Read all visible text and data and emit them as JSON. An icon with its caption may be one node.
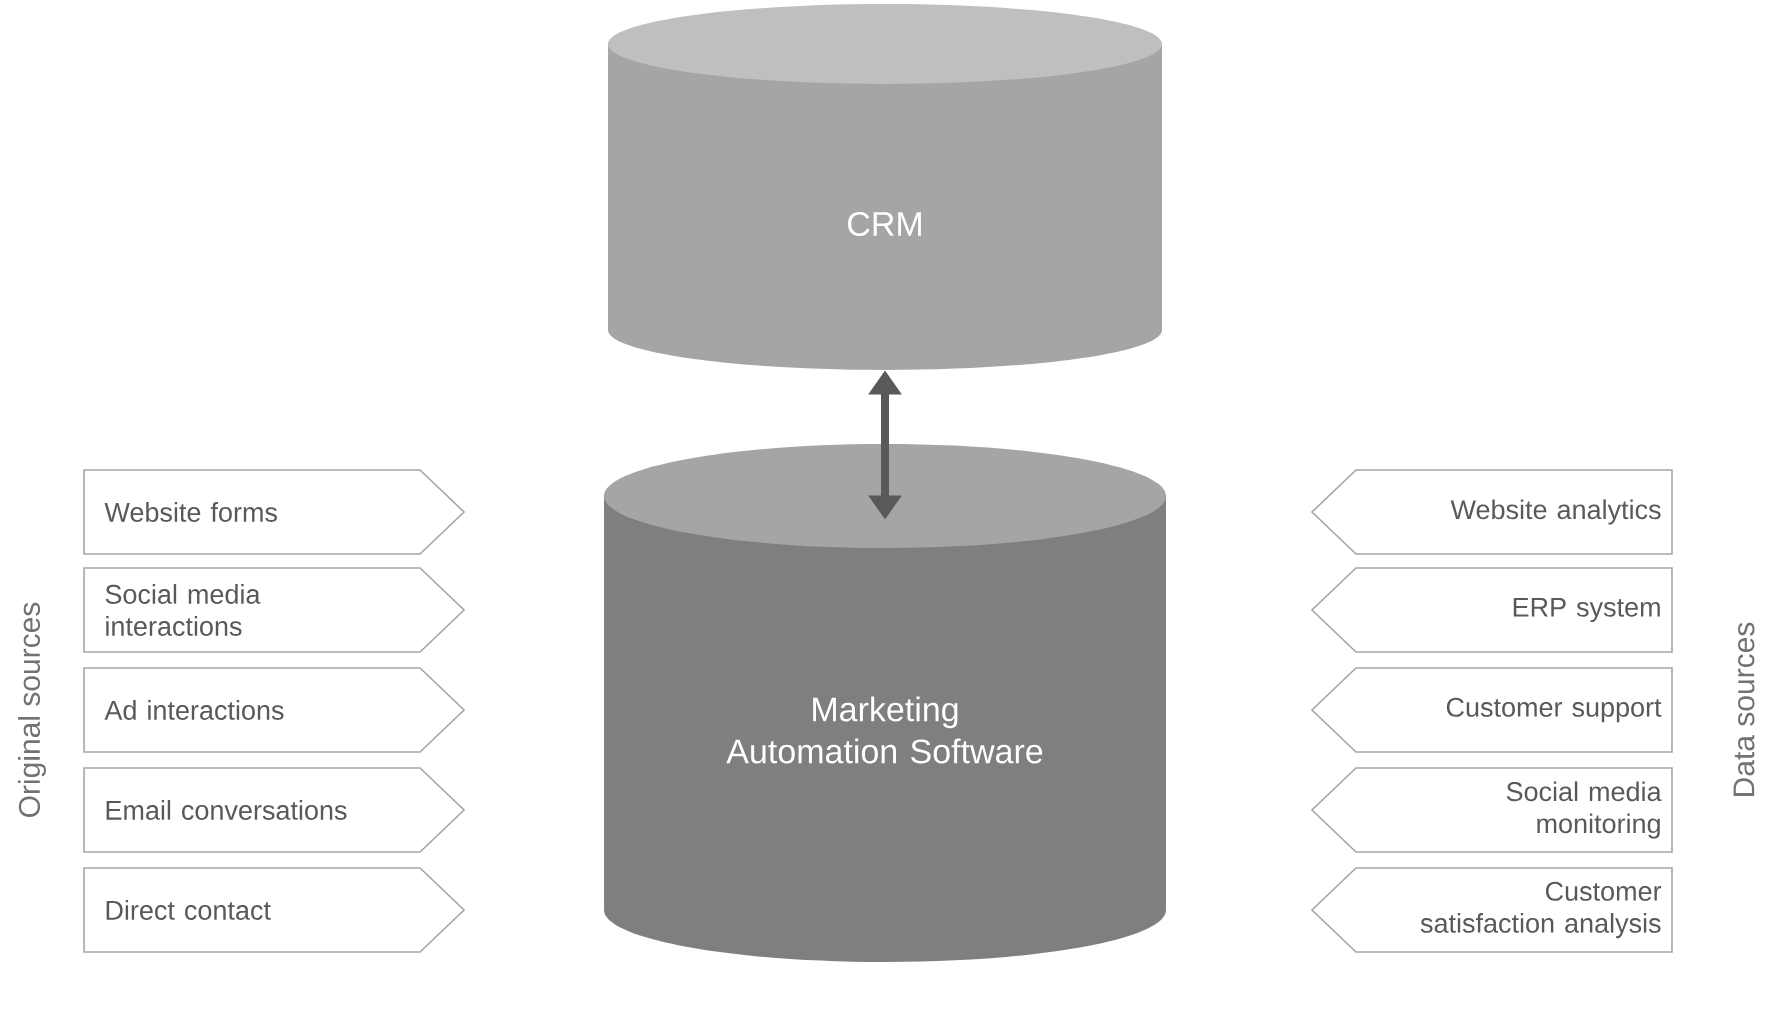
{
  "diagram": {
    "nodes": [
      {
        "text": [
          "CRM"
        ]
      },
      {
        "text": [
          "Marketing Automation Software"
        ]
      },
      {
        "text": [
          "Website forms"
        ]
      },
      {
        "text": [
          "Social media interactions"
        ]
      },
      {
        "text": [
          "Ad interactions"
        ]
      },
      {
        "text": [
          "Email conversations"
        ]
      },
      {
        "text": [
          "Direct contact"
        ]
      },
      {
        "text": [
          "Website analytics"
        ]
      },
      {
        "text": [
          "ERP system"
        ]
      },
      {
        "text": [
          "Customer support"
        ]
      },
      {
        "text": [
          "Social media monitoring"
        ]
      },
      {
        "text": [
          "Customer satisfaction analysis"
        ]
      }
    ],
    "edges": [
      {
        "from": 0,
        "to": 1,
        "arrow": "both"
      }
    ],
    "labels": [
      "Original sources",
      "Data sources"
    ]
  }
}
